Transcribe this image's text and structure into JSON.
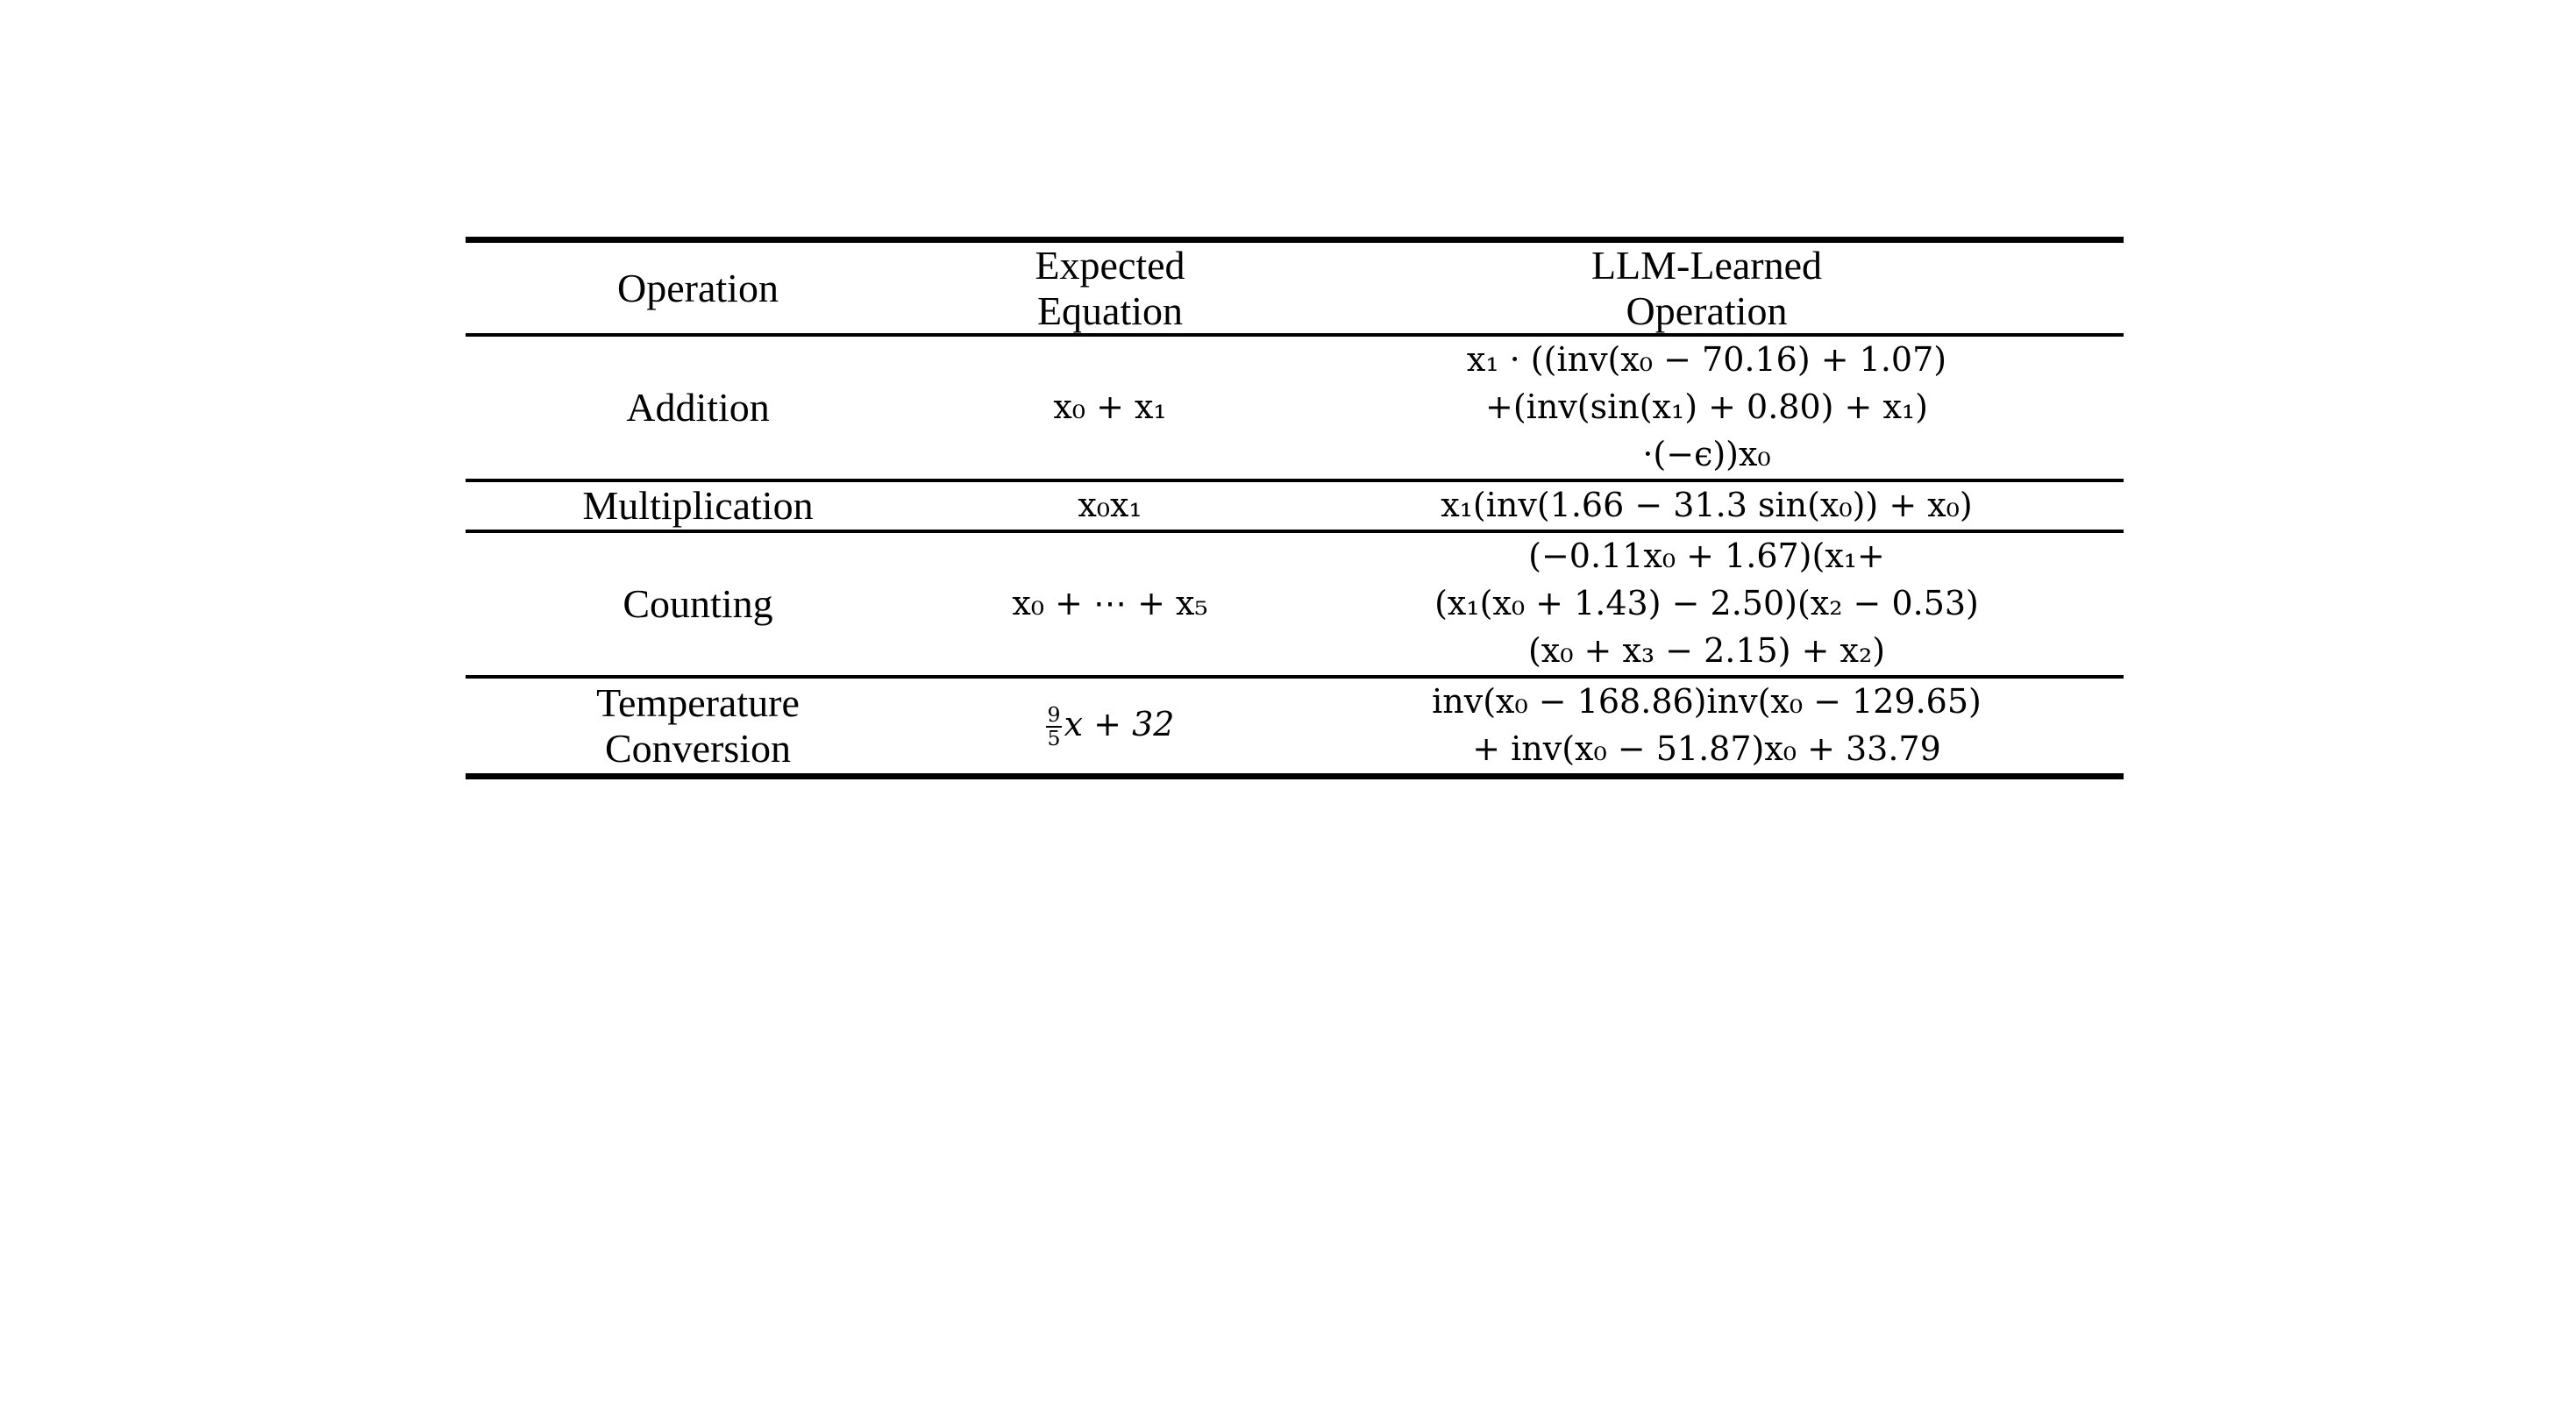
{
  "table": {
    "columns": [
      {
        "id": "operation",
        "header_lines": [
          "Operation"
        ]
      },
      {
        "id": "expected_equation",
        "header_lines": [
          "Expected",
          "Equation"
        ]
      },
      {
        "id": "llm_learned_operation",
        "header_lines": [
          "LLM-Learned",
          "Operation"
        ]
      }
    ],
    "rows": [
      {
        "id": "addition",
        "operation_lines": [
          "Addition"
        ],
        "expected_lines": [
          "x₀ + x₁"
        ],
        "learned_lines": [
          "x₁ · ((inv(x₀ − 70.16) + 1.07)",
          "+(inv(sin(x₁) + 0.80) + x₁)",
          "·(−ϵ))x₀"
        ]
      },
      {
        "id": "multiplication",
        "operation_lines": [
          "Multiplication"
        ],
        "expected_lines": [
          "x₀x₁"
        ],
        "learned_lines": [
          "x₁(inv(1.66 − 31.3 sin(x₀)) + x₀)"
        ]
      },
      {
        "id": "counting",
        "operation_lines": [
          "Counting"
        ],
        "expected_lines": [
          "x₀ + ⋯ + x₅"
        ],
        "learned_lines": [
          "(−0.11x₀ + 1.67)(x₁+",
          "(x₁(x₀ + 1.43) − 2.50)(x₂ − 0.53)",
          "(x₀ + x₃ − 2.15) + x₂)"
        ]
      },
      {
        "id": "temperature_conversion",
        "operation_lines": [
          "Temperature",
          "Conversion"
        ],
        "expected_fraction": {
          "numerator": "9",
          "denominator": "5"
        },
        "expected_tail": "x + 32",
        "learned_lines": [
          "inv(x₀ − 168.86)inv(x₀ − 129.65)",
          "+ inv(x₀ − 51.87)x₀ + 33.79"
        ]
      }
    ]
  },
  "style": {
    "background_color": "#ffffff",
    "text_color": "#000000",
    "rule_color": "#000000"
  }
}
